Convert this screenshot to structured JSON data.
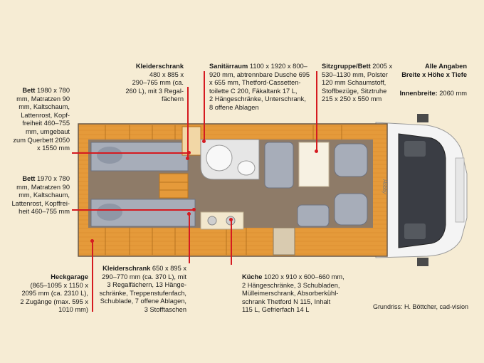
{
  "header": {
    "note_line1": "Alle Angaben",
    "note_line2": "Breite x Höhe x Tiefe",
    "width_label": "Innenbreite:",
    "width_value": "2060 mm"
  },
  "labels": {
    "bett_hinten": {
      "title": "Bett",
      "lines": [
        "1980 x 780",
        "mm, Matratzen 90",
        "mm, Kaltschaum,",
        "Lattenrost, Kopf-",
        "freiheit 460–755",
        "mm, umgebaut",
        "zum Querbett 2050",
        "x 1550 mm"
      ]
    },
    "bett_vorn": {
      "title": "Bett",
      "lines": [
        "1970 x 780",
        "mm, Matratzen 90",
        "mm, Kaltschaum,",
        "Lattenrost, Kopffrei-",
        "heit 460–755 mm"
      ]
    },
    "heckgarage": {
      "title": "Heckgarage",
      "lines": [
        "(865–1095 x 1150 x",
        "2095 mm (ca. 2310 L),",
        "2 Zugänge (max. 595 x",
        "1010 mm)"
      ]
    },
    "kleiderschrank_oben": {
      "title": "Kleiderschrank",
      "lines": [
        "480 x 885 x",
        "290–765 mm (ca.",
        "260 L), mit 3 Regal-",
        "fächern"
      ]
    },
    "sanitaerraum": {
      "title": "Sanitärraum",
      "first": "1100 x 1920 x 800–",
      "lines": [
        "920 mm, abtrennbare Dusche 695",
        "x 655 mm, Thetford-Cassetten-",
        "toilette C 200, Fäkaltank 17 L,",
        "2 Hängeschränke, Unterschrank,",
        "8 offene Ablagen"
      ]
    },
    "sitzgruppe": {
      "title": "Sitzgruppe/Bett",
      "first": "2005 x",
      "lines": [
        "530–1130 mm, Polster",
        "120 mm Schaumstoff,",
        "Stoffbezüge, Sitztruhe",
        "215 x 250 x 550 mm"
      ]
    },
    "kleiderschrank_unten": {
      "title": "Kleiderschrank",
      "first": "650 x 895 x",
      "lines": [
        "290–770 mm (ca. 370 L), mit",
        "3 Regalfächern, 13 Hänge-",
        "schränke, Treppenstufenfach,",
        "Schublade, 7 offene Ablagen,",
        "3 Stofftaschen"
      ]
    },
    "kueche": {
      "title": "Küche",
      "first": "1020 x 910 x 600–660 mm,",
      "lines": [
        "2 Hängeschränke, 3 Schubladen,",
        "Mülleimerschrank, Absorberkühl-",
        "schrank Thetford N 115, Inhalt",
        "115 L, Gefrierfach 14 L"
      ]
    }
  },
  "credit": "Grundriss: H. Böttcher, cad-vision",
  "vehicle_brand": "Hobby",
  "colors": {
    "background": "#f6ecd4",
    "accent_red": "#d51a20",
    "wood": "#e59a3a",
    "floor": "#8e7b68",
    "cushion": "#9aa3b3"
  }
}
